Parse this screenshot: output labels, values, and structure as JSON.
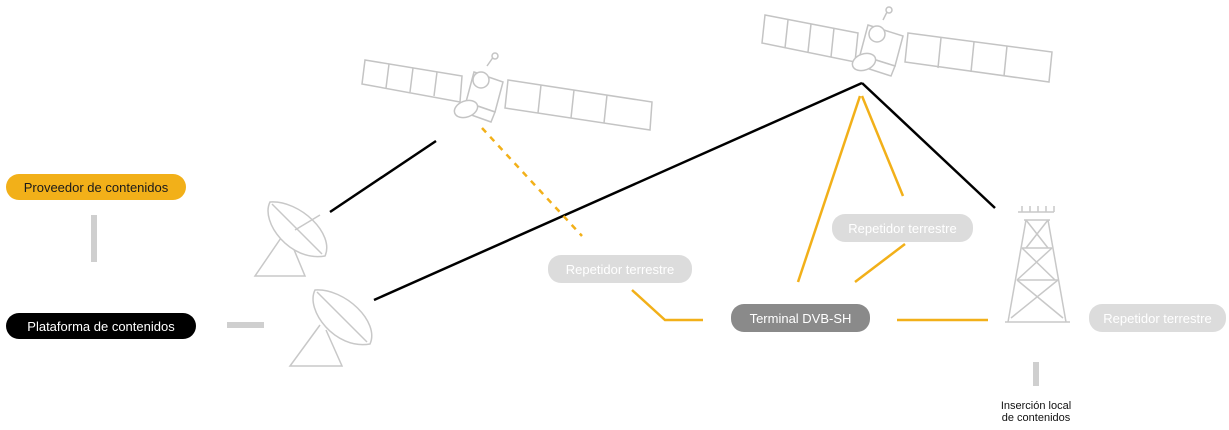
{
  "nodes": {
    "proveedor": "Proveedor de contenidos",
    "plataforma": "Plataforma de contenidos",
    "repetidor_left": "Repetidor terrestre",
    "repetidor_center": "Repetidor terrestre",
    "repetidor_right": "Repetidor terrestre",
    "terminal": "Terminal DVB-SH",
    "insercion_line1": "Inserción local",
    "insercion_line2": "de contenidos"
  },
  "colors": {
    "accent": "#f2b019",
    "black": "#000000",
    "equipment_gray": "#c8c8c8",
    "pill_light": "#dcdcdc",
    "pill_dark": "#8a8a8a"
  },
  "icons": [
    "satellite-icon",
    "satellite-icon",
    "dish-antenna-icon",
    "dish-antenna-icon",
    "transmission-tower-icon"
  ]
}
